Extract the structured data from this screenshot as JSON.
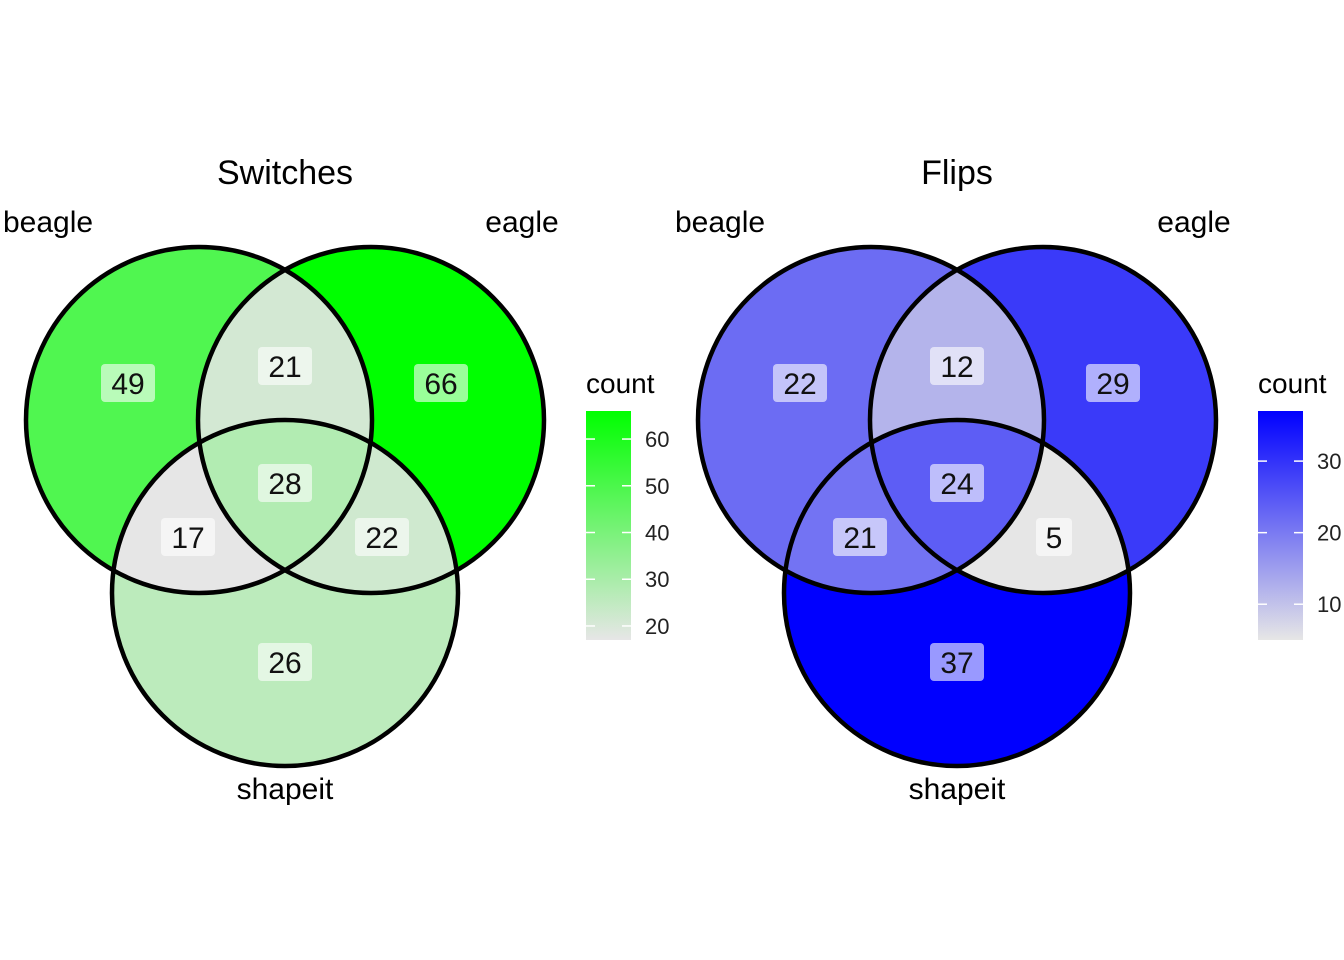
{
  "chart_data": [
    {
      "type": "venn",
      "title": "Switches",
      "sets": [
        "beagle",
        "eagle",
        "shapeit"
      ],
      "regions": {
        "beagle": 49,
        "eagle": 66,
        "shapeit": 26,
        "beagle_eagle": 21,
        "beagle_shapeit": 17,
        "eagle_shapeit": 22,
        "beagle_eagle_shapeit": 28
      },
      "legend": {
        "title": "count",
        "ticks": [
          20,
          30,
          40,
          50,
          60
        ],
        "range": [
          17,
          66
        ],
        "low_color": "#e6e6e6",
        "high_color": "#00ff00"
      }
    },
    {
      "type": "venn",
      "title": "Flips",
      "sets": [
        "beagle",
        "eagle",
        "shapeit"
      ],
      "regions": {
        "beagle": 22,
        "eagle": 29,
        "shapeit": 37,
        "beagle_eagle": 12,
        "beagle_shapeit": 21,
        "eagle_shapeit": 5,
        "beagle_eagle_shapeit": 24
      },
      "legend": {
        "title": "count",
        "ticks": [
          10,
          20,
          30
        ],
        "range": [
          5,
          37
        ],
        "low_color": "#e6e6e6",
        "high_color": "#0000ff"
      }
    }
  ]
}
